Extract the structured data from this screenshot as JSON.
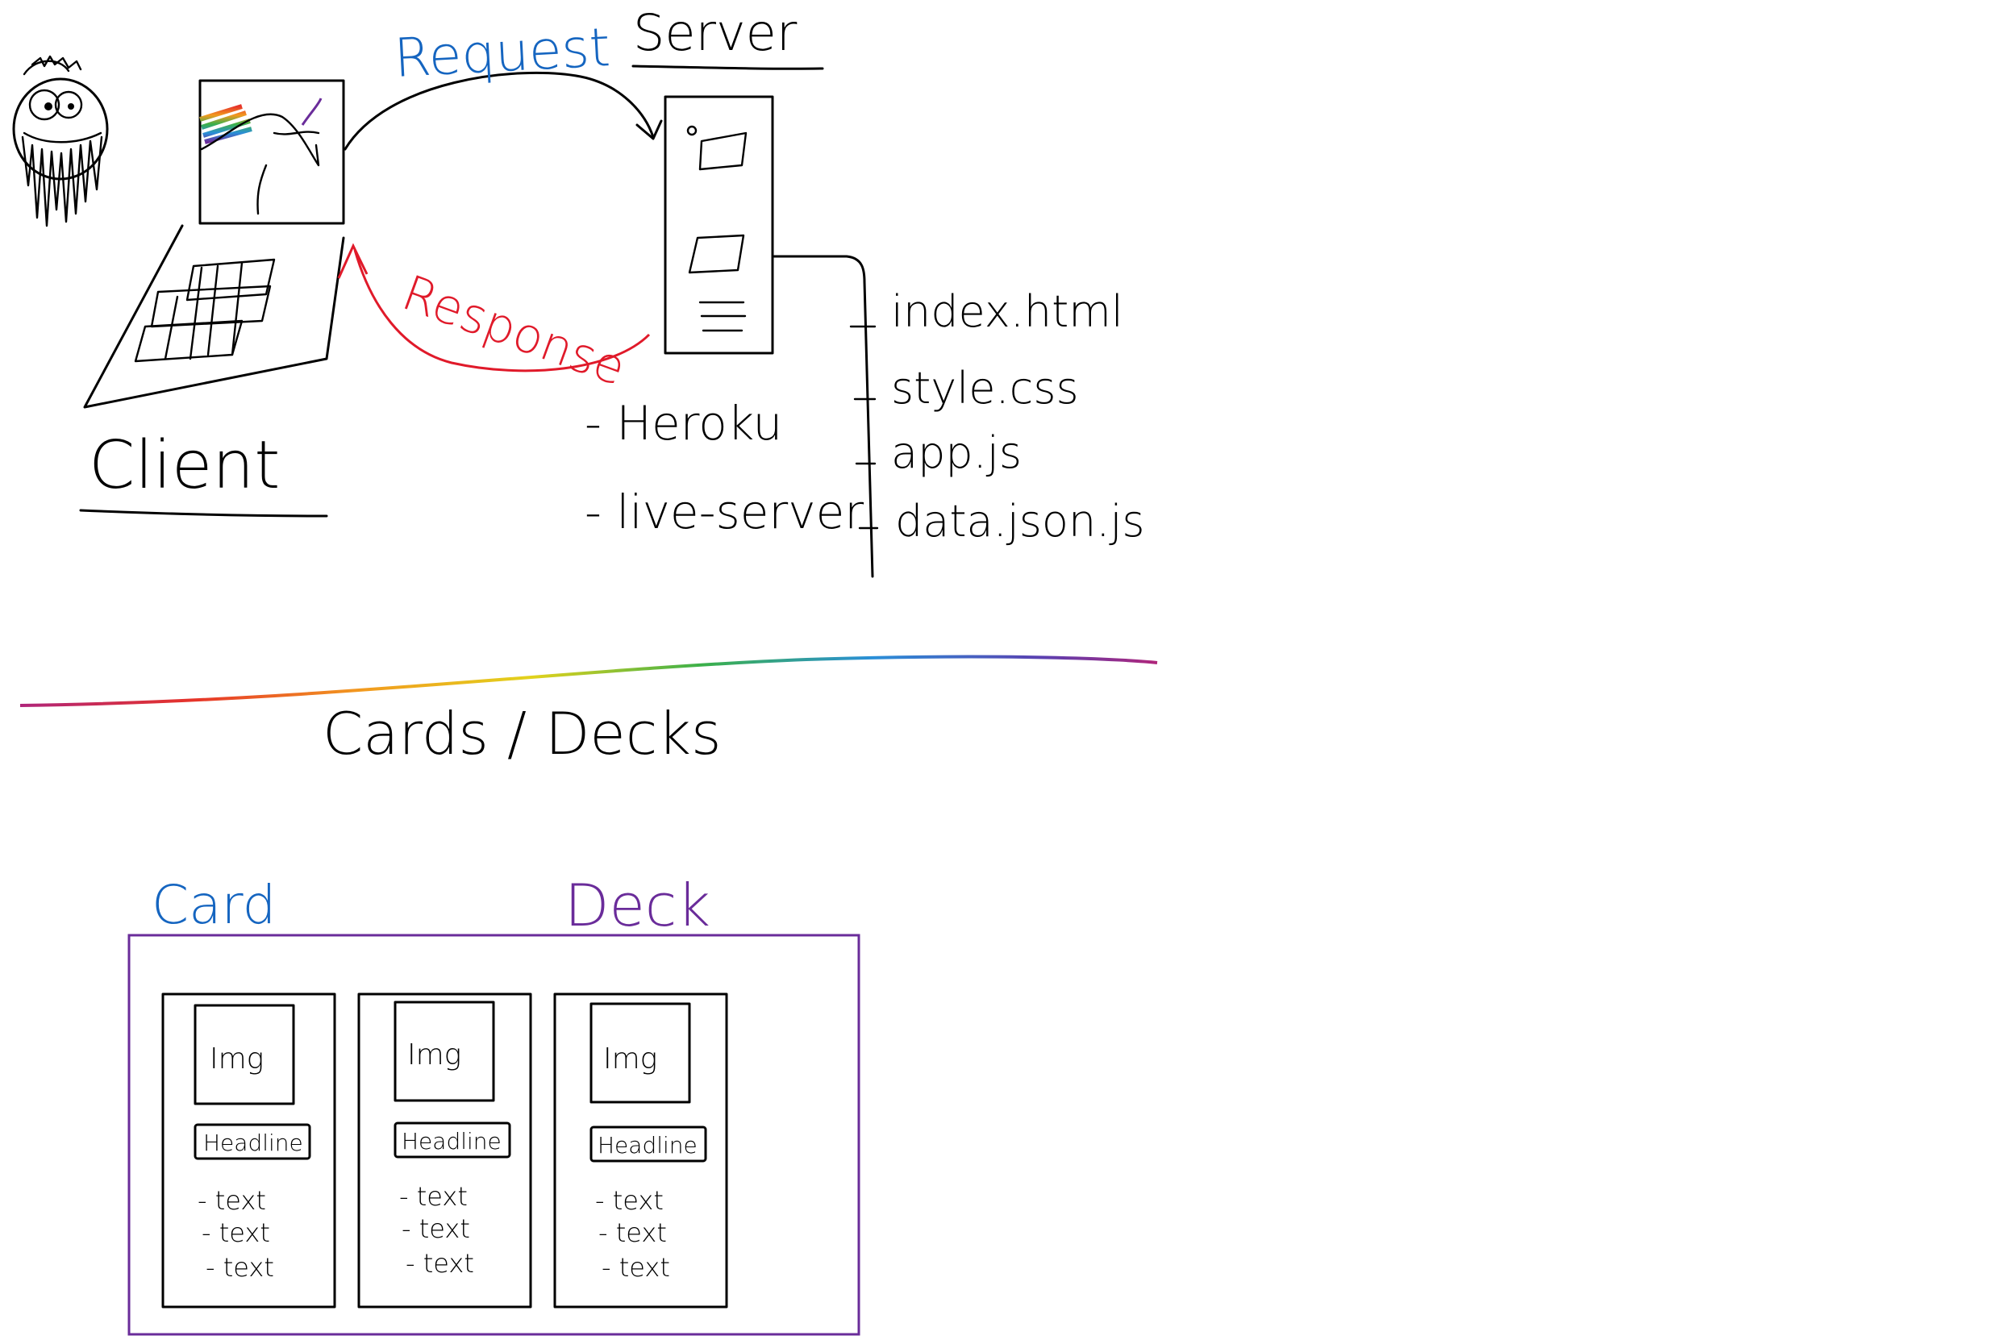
{
  "top_section": {
    "client_label": "Client",
    "server_label": "Server",
    "request_label": "Request",
    "response_label": "Response",
    "hosting_options": [
      "- Heroku",
      "- live-server"
    ],
    "server_files": [
      "index.html",
      "style.css",
      "app.js",
      "data.json.js"
    ]
  },
  "divider": {
    "caption": "Cards / Decks"
  },
  "bottom_section": {
    "card_label": "Card",
    "deck_label": "Deck",
    "cards": [
      {
        "img_label": "Img",
        "headline": "Headline",
        "lines": [
          "- text",
          "- text",
          "- text"
        ]
      },
      {
        "img_label": "Img",
        "headline": "Headline",
        "lines": [
          "- text",
          "- text",
          "- text"
        ]
      },
      {
        "img_label": "Img",
        "headline": "Headline",
        "lines": [
          "- text",
          "- text",
          "- text"
        ]
      }
    ]
  },
  "colors": {
    "request": "#1565c0",
    "response": "#e01a2a",
    "card_label": "#1565c0",
    "deck": "#6a2c9a",
    "ink": "#000000"
  }
}
